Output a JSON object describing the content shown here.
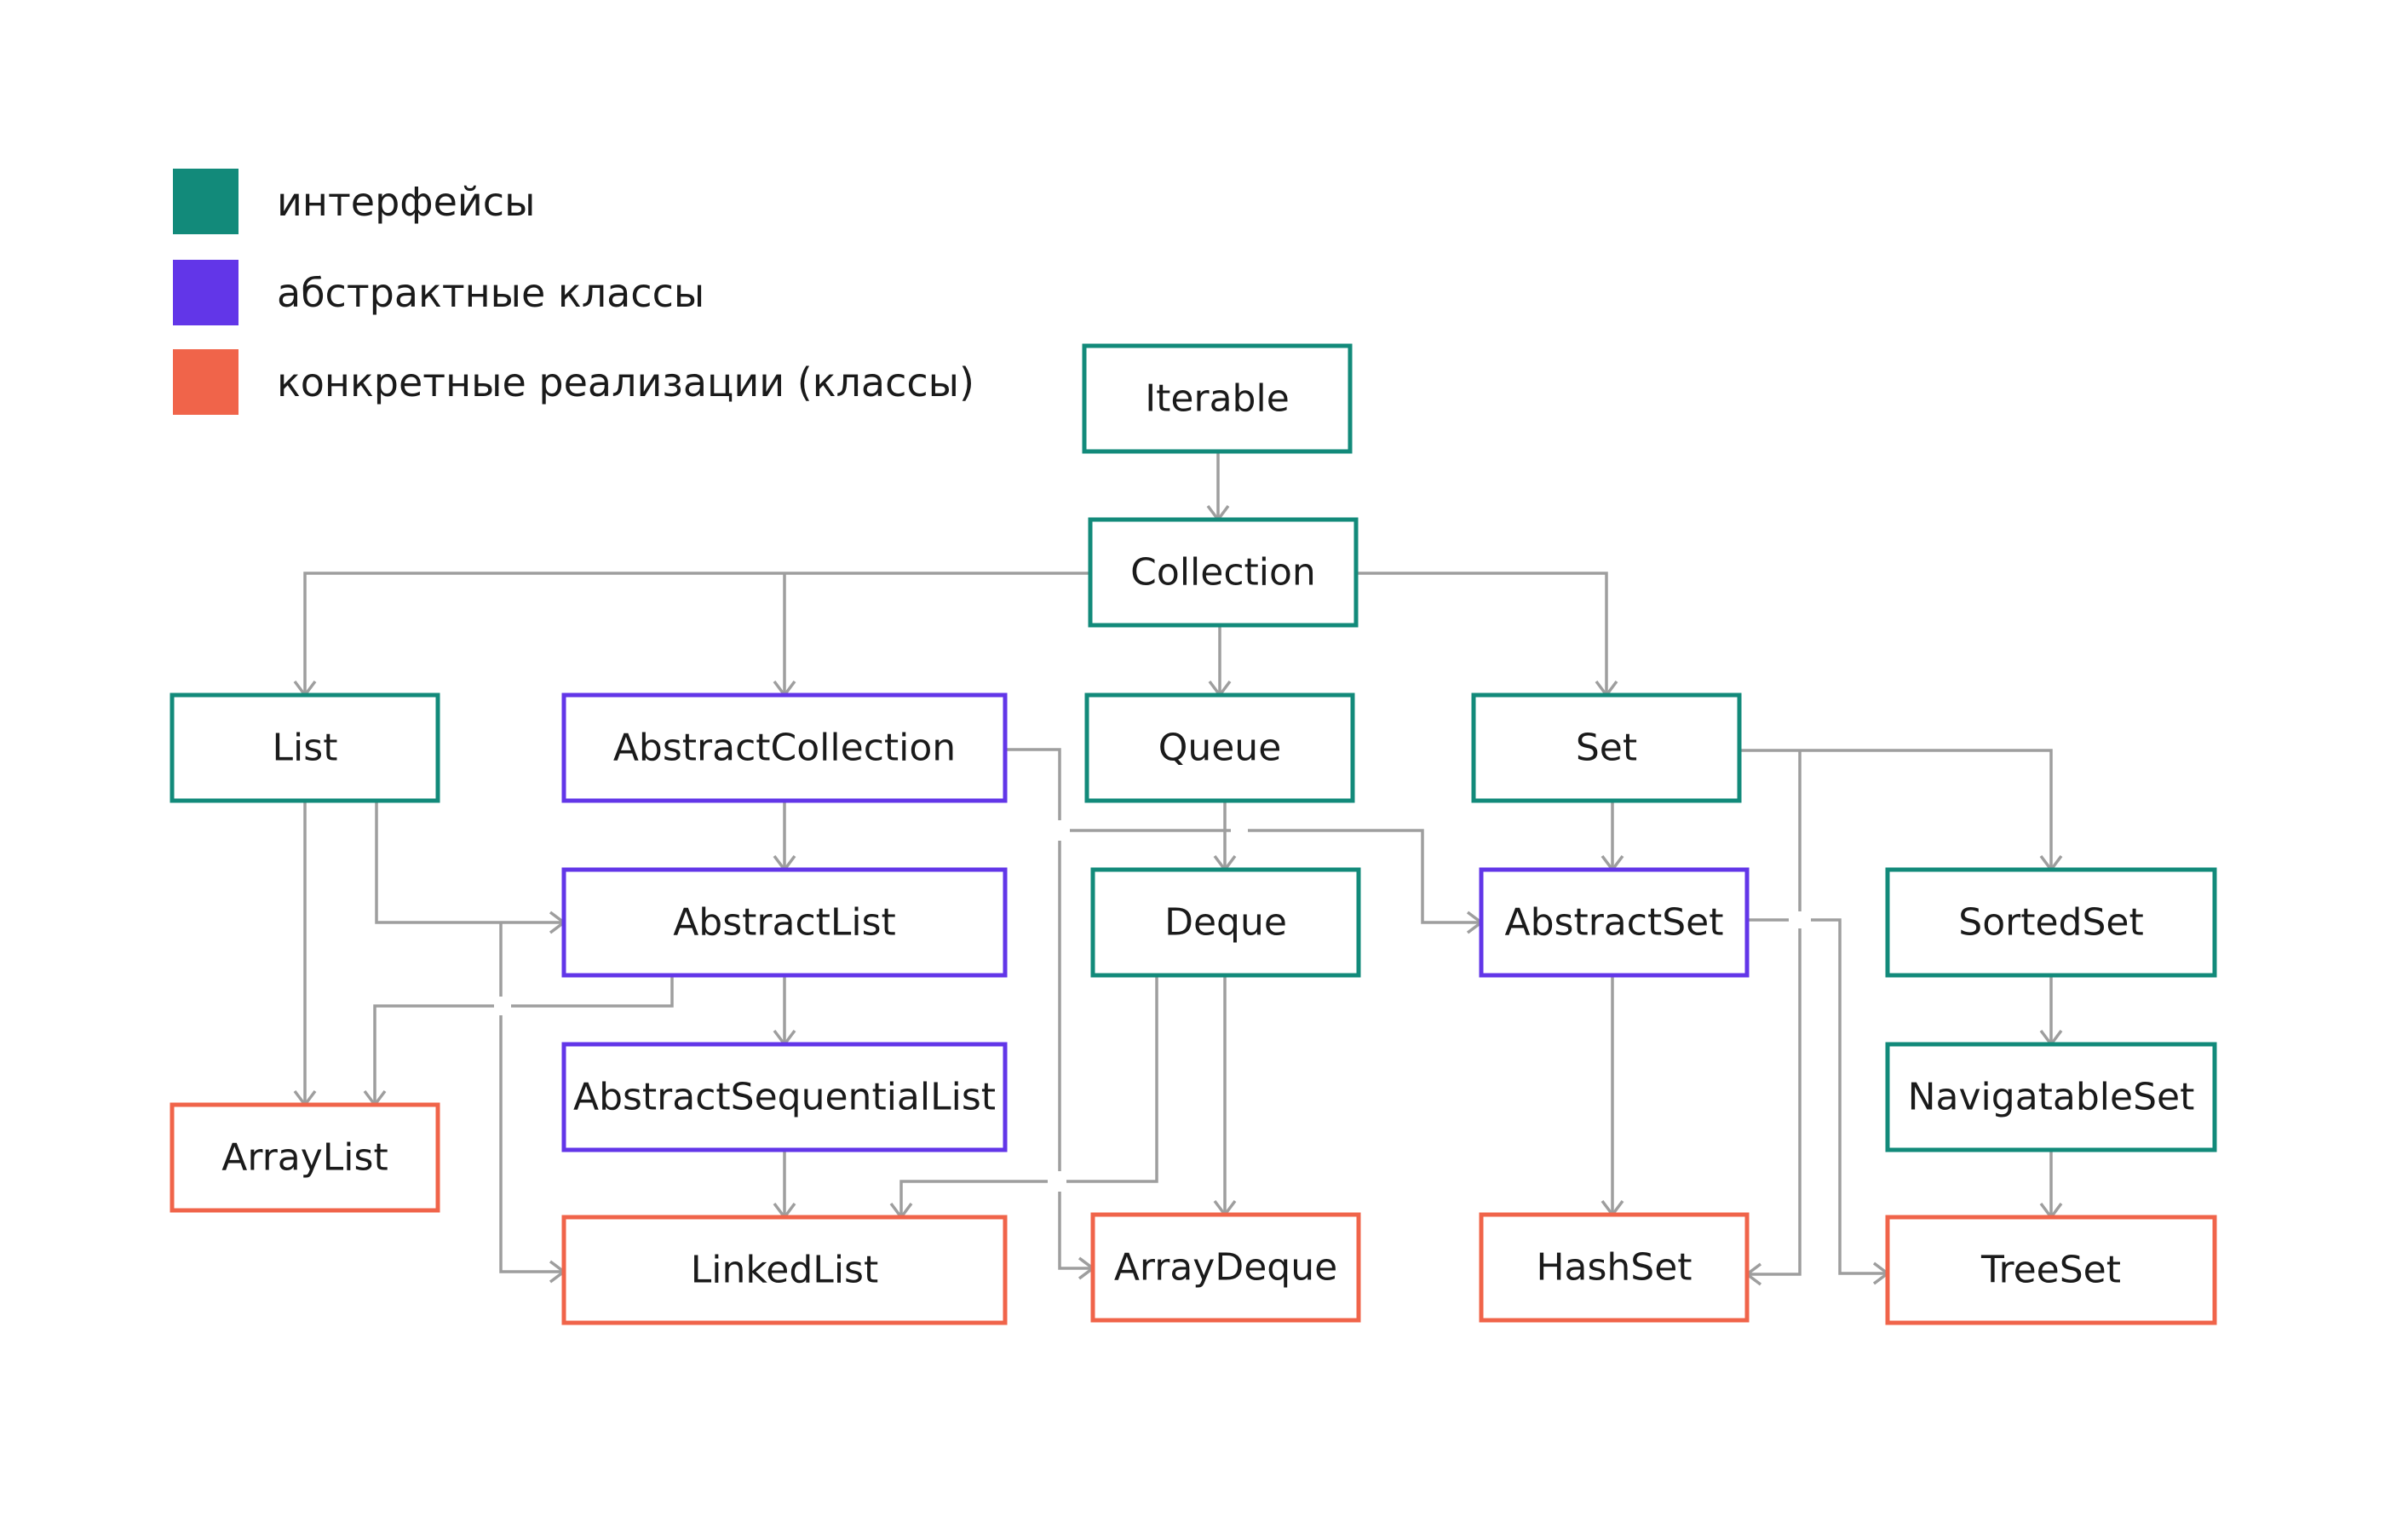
{
  "colors": {
    "interface": "#128a7a",
    "abstract": "#6236e8",
    "concrete": "#f0644a",
    "edge": "#9e9e9e"
  },
  "legend": [
    {
      "kind": "interface",
      "label": "интерфейсы"
    },
    {
      "kind": "abstract",
      "label": "абстрактные классы"
    },
    {
      "kind": "concrete",
      "label": "конкретные реализации (классы)"
    }
  ],
  "nodes": [
    {
      "id": "iterable",
      "label": "Iterable",
      "kind": "interface"
    },
    {
      "id": "collection",
      "label": "Collection",
      "kind": "interface"
    },
    {
      "id": "list",
      "label": "List",
      "kind": "interface"
    },
    {
      "id": "abstract-collection",
      "label": "AbstractCollection",
      "kind": "abstract"
    },
    {
      "id": "queue",
      "label": "Queue",
      "kind": "interface"
    },
    {
      "id": "set",
      "label": "Set",
      "kind": "interface"
    },
    {
      "id": "abstract-list",
      "label": "AbstractList",
      "kind": "abstract"
    },
    {
      "id": "deque",
      "label": "Deque",
      "kind": "interface"
    },
    {
      "id": "abstract-set",
      "label": "AbstractSet",
      "kind": "abstract"
    },
    {
      "id": "sorted-set",
      "label": "SortedSet",
      "kind": "interface"
    },
    {
      "id": "abstract-sequential-list",
      "label": "AbstractSequentialList",
      "kind": "abstract"
    },
    {
      "id": "navigatable-set",
      "label": "NavigatableSet",
      "kind": "interface"
    },
    {
      "id": "array-list",
      "label": "ArrayList",
      "kind": "concrete"
    },
    {
      "id": "linked-list",
      "label": "LinkedList",
      "kind": "concrete"
    },
    {
      "id": "array-deque",
      "label": "ArrayDeque",
      "kind": "concrete"
    },
    {
      "id": "hash-set",
      "label": "HashSet",
      "kind": "concrete"
    },
    {
      "id": "tree-set",
      "label": "TreeSet",
      "kind": "concrete"
    }
  ],
  "edges": [
    {
      "from": "iterable",
      "to": "collection"
    },
    {
      "from": "collection",
      "to": "list"
    },
    {
      "from": "collection",
      "to": "abstract-collection"
    },
    {
      "from": "collection",
      "to": "queue"
    },
    {
      "from": "collection",
      "to": "set"
    },
    {
      "from": "abstract-collection",
      "to": "abstract-list"
    },
    {
      "from": "abstract-collection",
      "to": "abstract-set"
    },
    {
      "from": "abstract-collection",
      "to": "array-deque"
    },
    {
      "from": "list",
      "to": "array-list"
    },
    {
      "from": "list",
      "to": "abstract-list"
    },
    {
      "from": "list",
      "to": "linked-list"
    },
    {
      "from": "abstract-list",
      "to": "abstract-sequential-list"
    },
    {
      "from": "abstract-list",
      "to": "array-list"
    },
    {
      "from": "abstract-sequential-list",
      "to": "linked-list"
    },
    {
      "from": "queue",
      "to": "deque"
    },
    {
      "from": "deque",
      "to": "array-deque"
    },
    {
      "from": "deque",
      "to": "linked-list"
    },
    {
      "from": "set",
      "to": "abstract-set"
    },
    {
      "from": "set",
      "to": "sorted-set"
    },
    {
      "from": "set",
      "to": "hash-set"
    },
    {
      "from": "abstract-set",
      "to": "hash-set"
    },
    {
      "from": "abstract-set",
      "to": "tree-set"
    },
    {
      "from": "sorted-set",
      "to": "navigatable-set"
    },
    {
      "from": "navigatable-set",
      "to": "tree-set"
    }
  ]
}
